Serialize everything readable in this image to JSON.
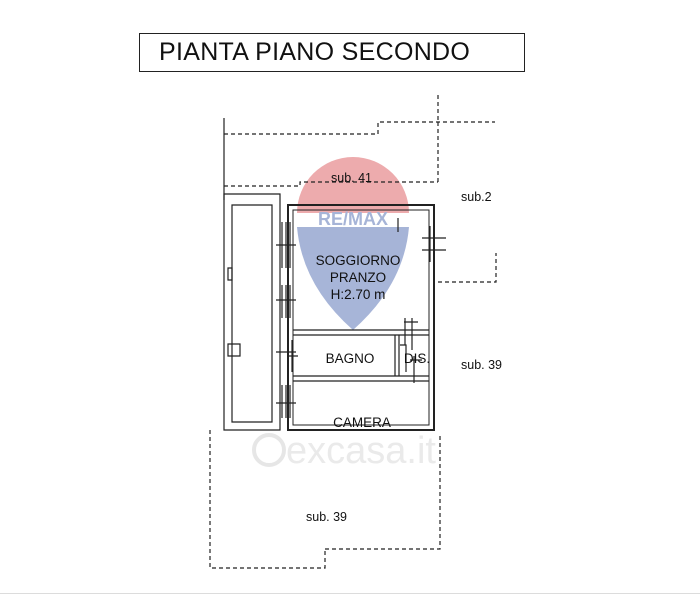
{
  "title": "PIANTA PIANO SECONDO",
  "labels": {
    "sub41": "sub. 41",
    "sub2": "sub.2",
    "sub39_right": "sub. 39",
    "sub39_bottom": "sub. 39"
  },
  "rooms": {
    "soggiorno": "SOGGIORNO",
    "pranzo": "PRANZO",
    "height": "H:2.70 m",
    "bagno": "BAGNO",
    "dis": "DIS.",
    "camera": "CAMERA"
  },
  "watermarks": {
    "remax": "RE/MAX",
    "excasa": "excasa.it"
  },
  "colors": {
    "line": "#222222",
    "remax_red": "#d8474c",
    "remax_blue": "#3b5aa8",
    "watermark_gray": "#cfcfcf"
  }
}
